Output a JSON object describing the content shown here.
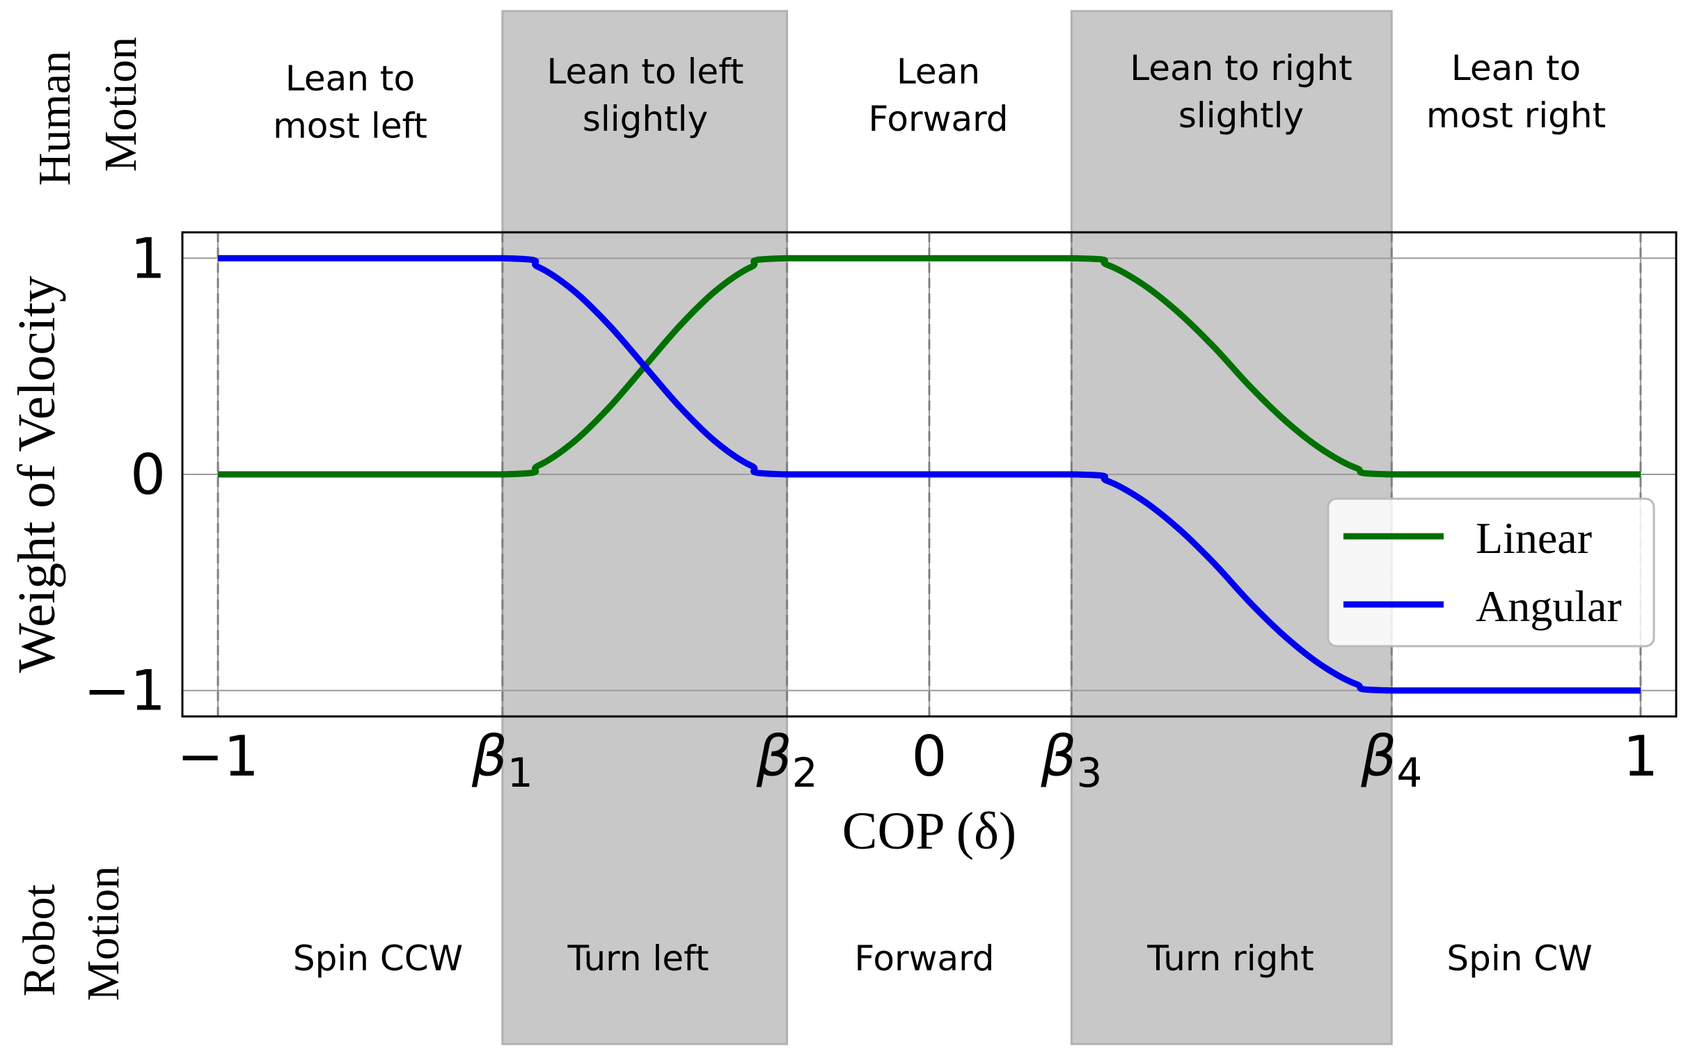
{
  "side_labels": {
    "human_line1": "Human",
    "human_line2": "Motion",
    "robot_line1": "Robot",
    "robot_line2": "Motion"
  },
  "human_motion": [
    [
      "Lean to",
      "most left"
    ],
    [
      "Lean to left",
      "slightly"
    ],
    [
      "Lean",
      "Forward"
    ],
    [
      "Lean to right",
      "slightly"
    ],
    [
      "Lean to",
      "most right"
    ]
  ],
  "robot_motion": [
    "Spin CCW",
    "Turn left",
    "Forward",
    "Turn right",
    "Spin CW"
  ],
  "colors": {
    "linear": "#007000",
    "angular": "#0000ee",
    "shade": "#c8c8c8"
  },
  "chart_data": {
    "type": "line",
    "xlabel": "COP (δ)",
    "ylabel": "Weight of Velocity",
    "xlim": [
      -1.05,
      1.05
    ],
    "ylim": [
      -1.12,
      1.12
    ],
    "x_ticks": [
      {
        "value": -1,
        "label": "−1"
      },
      {
        "value": -0.6,
        "label": "β",
        "sub": "1"
      },
      {
        "value": -0.2,
        "label": "β",
        "sub": "2"
      },
      {
        "value": 0,
        "label": "0"
      },
      {
        "value": 0.2,
        "label": "β",
        "sub": "3"
      },
      {
        "value": 0.65,
        "label": "β",
        "sub": "4"
      },
      {
        "value": 1,
        "label": "1"
      }
    ],
    "y_ticks": [
      {
        "value": 1,
        "label": "1"
      },
      {
        "value": 0,
        "label": "0"
      },
      {
        "value": -1,
        "label": "−1"
      }
    ],
    "shaded_regions": [
      [
        -0.6,
        -0.2
      ],
      [
        0.2,
        0.65
      ]
    ],
    "legend": {
      "placement": "right"
    },
    "series": [
      {
        "name": "Linear",
        "color": "#007000",
        "x": [
          -1,
          -0.6,
          -0.55,
          -0.5,
          -0.45,
          -0.4,
          -0.35,
          -0.3,
          -0.25,
          -0.2,
          0.2,
          0.25,
          0.3,
          0.35,
          0.4,
          0.45,
          0.5,
          0.55,
          0.6,
          0.65,
          1
        ],
        "y": [
          0,
          0,
          0.04,
          0.15,
          0.31,
          0.5,
          0.69,
          0.85,
          0.96,
          1,
          1,
          0.97,
          0.88,
          0.75,
          0.59,
          0.41,
          0.25,
          0.12,
          0.03,
          0,
          0
        ]
      },
      {
        "name": "Angular",
        "color": "#0000ee",
        "x": [
          -1,
          -0.6,
          -0.55,
          -0.5,
          -0.45,
          -0.4,
          -0.35,
          -0.3,
          -0.25,
          -0.2,
          0.2,
          0.25,
          0.3,
          0.35,
          0.4,
          0.45,
          0.5,
          0.55,
          0.6,
          0.65,
          1
        ],
        "y": [
          1,
          1,
          0.96,
          0.85,
          0.69,
          0.5,
          0.31,
          0.15,
          0.04,
          0,
          0,
          -0.03,
          -0.12,
          -0.25,
          -0.41,
          -0.59,
          -0.75,
          -0.88,
          -0.97,
          -1,
          -1
        ]
      }
    ]
  }
}
